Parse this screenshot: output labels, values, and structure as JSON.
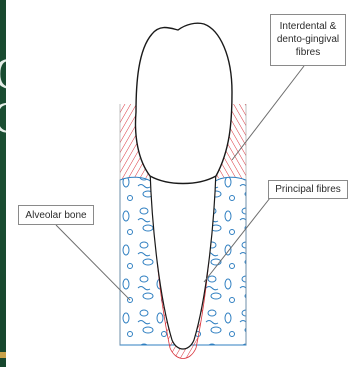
{
  "background": {
    "color": "#17472e",
    "partial_letters": [
      "C",
      "C"
    ],
    "accent_color": "#c9a24a"
  },
  "diagram": {
    "colors": {
      "fibres": "#d9323b",
      "bone": "#2f7fc1",
      "tooth_outline": "#1a1a1a",
      "leader": "#6d6d6d"
    },
    "labels": {
      "interdental_line1": "Interdental &",
      "interdental_line2": "dento-gingival",
      "interdental_line3": "fibres",
      "principal": "Principal fibres",
      "alveolar": "Alveolar bone"
    }
  }
}
